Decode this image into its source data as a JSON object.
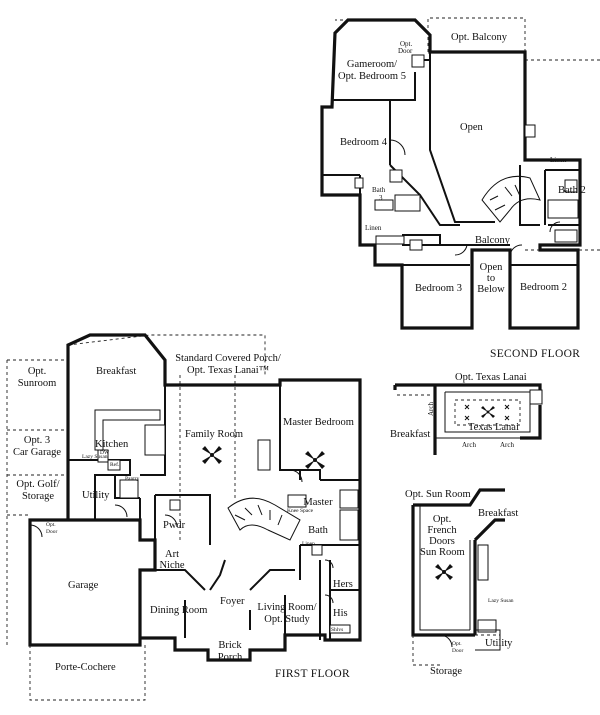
{
  "floors": {
    "second": "SECOND FLOOR",
    "first": "FIRST FLOOR"
  },
  "second_floor": {
    "gameroom": "Gameroom/",
    "gameroom_2": "Opt. Bedroom 5",
    "opt_door": "Opt.",
    "opt_door_2": "Door",
    "opt_balcony": "Opt. Balcony",
    "open": "Open",
    "bedroom4": "Bedroom 4",
    "linen": "Linen",
    "bath2": "Bath 2",
    "bath3": "Bath",
    "bath3_2": "3",
    "linen2": "Linen",
    "balcony": "Balcony",
    "open_below_1": "Open",
    "open_below_2": "to",
    "open_below_3": "Below",
    "bedroom3": "Bedroom 3",
    "bedroom2": "Bedroom 2"
  },
  "first_floor": {
    "opt_sunroom": "Opt.",
    "opt_sunroom_2": "Sunroom",
    "breakfast": "Breakfast",
    "porch": "Standard Covered Porch/",
    "porch_2": "Opt. Texas Lanai™",
    "family_room": "Family Room",
    "master_bedroom": "Master Bedroom",
    "kitchen": "Kitchen",
    "opt3": "Opt. 3",
    "opt3_2": "Car Garage",
    "opt_golf": "Opt. Golf/",
    "opt_golf_2": "Storage",
    "utility": "Utility",
    "pantry": "Pantry",
    "dw": "DW",
    "ref": "Ref.",
    "lazy_susan": "Lazy Susan",
    "opt_door": "Opt.",
    "opt_door_2": "Door",
    "pwdr": "Pwdr",
    "art_niche": "Art",
    "art_niche_2": "Niche",
    "master_bath": "Master",
    "master_bath_2": "Bath",
    "knee_space": "Knee Space",
    "linen": "Linen",
    "hers": "Hers",
    "his": "His",
    "shelves": "Shlvs",
    "garage": "Garage",
    "dining_room": "Dining Room",
    "foyer": "Foyer",
    "living_room": "Living Room/",
    "living_room_2": "Opt. Study",
    "brick_porch": "Brick",
    "brick_porch_2": "Porch",
    "porte_cochere": "Porte-Cochere"
  },
  "lanai_inset": {
    "title": "Opt. Texas Lanai",
    "arch": "Arch",
    "texas_lanai": "Texas Lanai",
    "breakfast": "Breakfast",
    "arch2": "Arch",
    "arch3": "Arch"
  },
  "sunroom_inset": {
    "title": "Opt. Sun Room",
    "breakfast": "Breakfast",
    "french": "Opt.",
    "french_2": "French",
    "french_3": "Doors",
    "sun_room": "Sun Room",
    "lazy_susan": "Lazy Susan",
    "opt_door": "Opt.",
    "opt_door_2": "Door",
    "utility": "Utility",
    "storage": "Storage"
  }
}
